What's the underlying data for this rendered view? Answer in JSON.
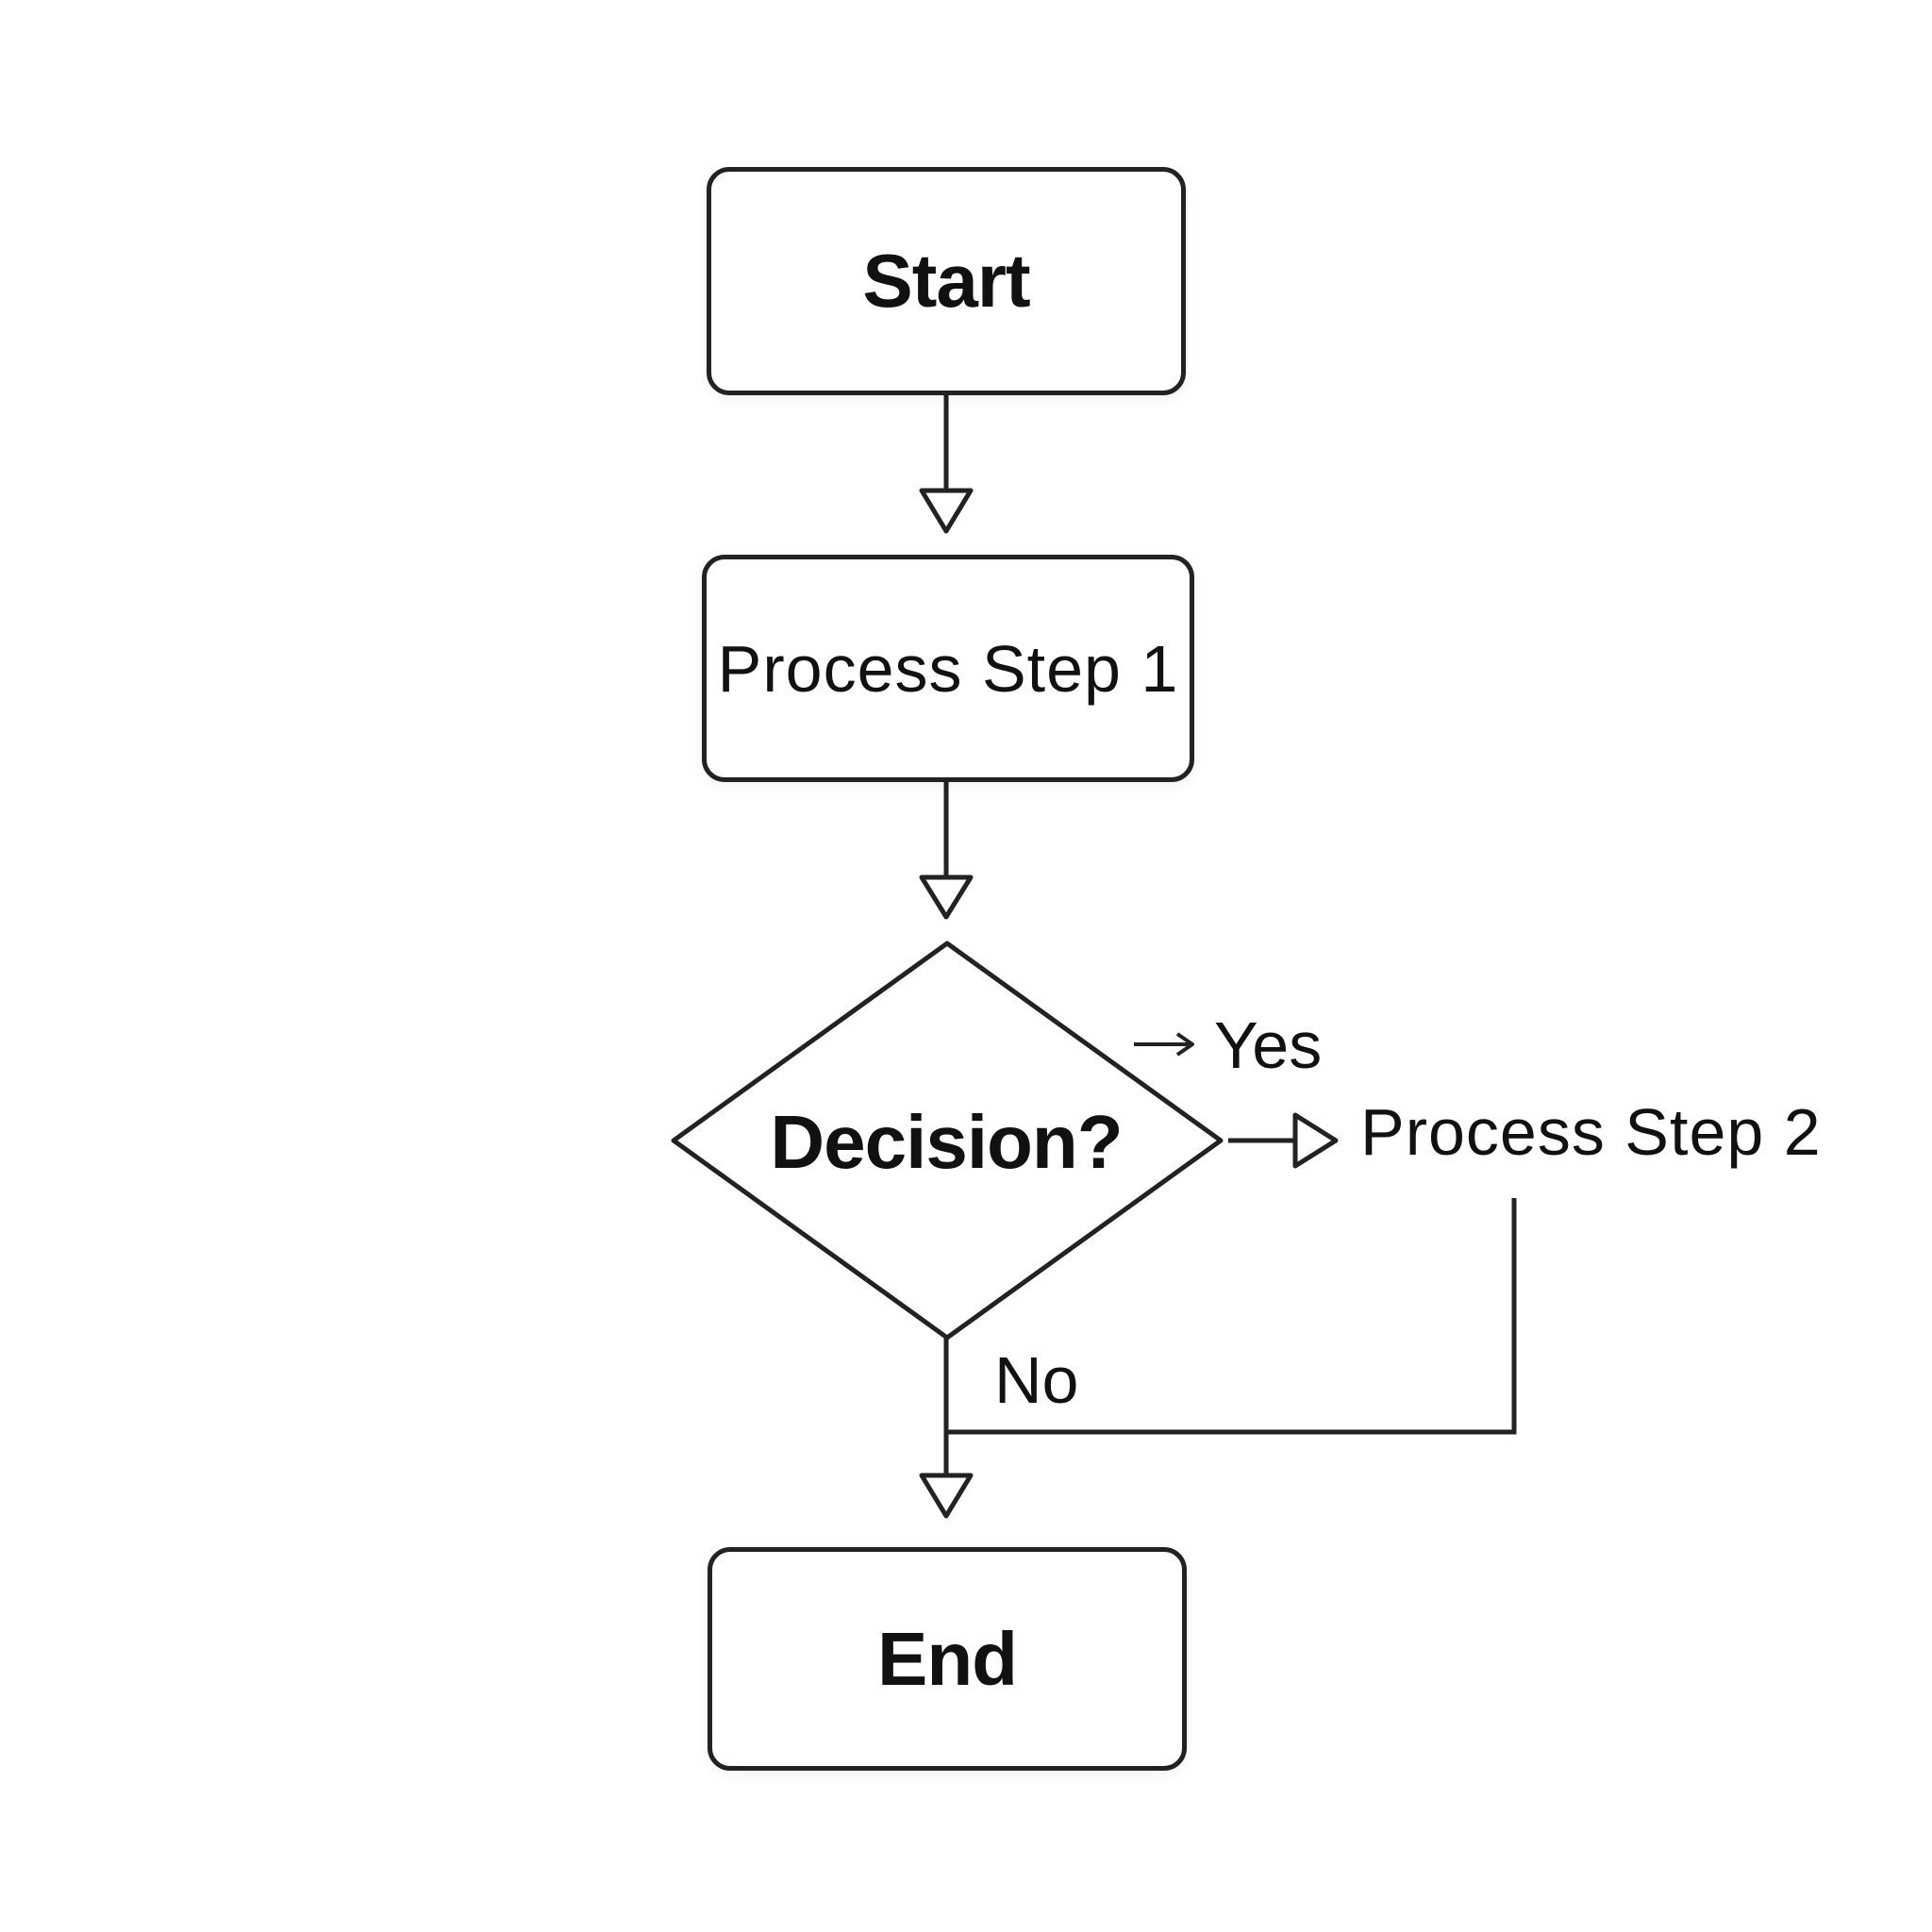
{
  "nodes": {
    "start": "Start",
    "process_step_1": "Process Step 1",
    "decision": "Decision?",
    "process_step_2": "Process Step 2",
    "end": "End"
  },
  "edge_labels": {
    "yes": "Yes",
    "no": "No"
  },
  "colors": {
    "stroke": "#222222",
    "text": "#111111",
    "background": "#ffffff"
  }
}
